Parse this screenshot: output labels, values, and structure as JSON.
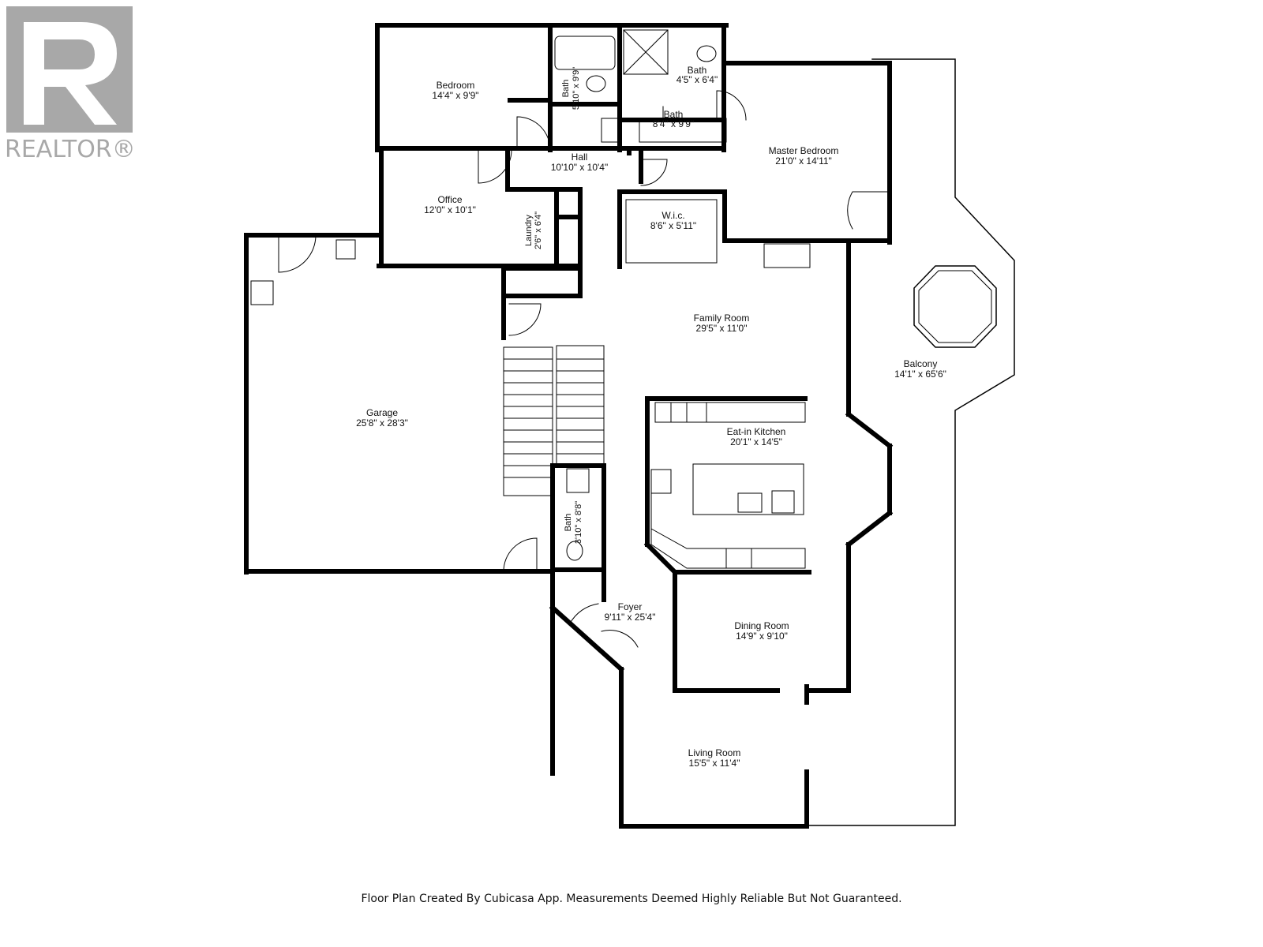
{
  "brand": {
    "logo_text": "REALTOR®",
    "logo_color": "#a8a8a8"
  },
  "rooms": [
    {
      "id": "bedroom",
      "name": "Bedroom",
      "dims": "14'4\" x 9'9\""
    },
    {
      "id": "bath-1",
      "name": "Bath",
      "dims": "5'10\" x 9'9\""
    },
    {
      "id": "bath-2",
      "name": "Bath",
      "dims": "4'5\" x 6'4\""
    },
    {
      "id": "bath-3",
      "name": "Bath",
      "dims": "8'4\" x 9'9\""
    },
    {
      "id": "hall",
      "name": "Hall",
      "dims": "10'10\" x 10'4\""
    },
    {
      "id": "master-bedroom",
      "name": "Master Bedroom",
      "dims": "21'0\" x 14'11\""
    },
    {
      "id": "office",
      "name": "Office",
      "dims": "12'0\" x 10'1\""
    },
    {
      "id": "laundry",
      "name": "Laundry",
      "dims": "2'6\" x 6'4\""
    },
    {
      "id": "wic",
      "name": "W.i.c.",
      "dims": "8'6\" x 5'11\""
    },
    {
      "id": "family-room",
      "name": "Family Room",
      "dims": "29'5\" x 11'0\""
    },
    {
      "id": "balcony",
      "name": "Balcony",
      "dims": "14'1\" x 65'6\""
    },
    {
      "id": "garage",
      "name": "Garage",
      "dims": "25'8\" x 28'3\""
    },
    {
      "id": "eat-in-kitchen",
      "name": "Eat-in Kitchen",
      "dims": "20'1\" x 14'5\""
    },
    {
      "id": "bath-4",
      "name": "Bath",
      "dims": "3'10\" x 8'8\""
    },
    {
      "id": "foyer",
      "name": "Foyer",
      "dims": "9'11\" x 25'4\""
    },
    {
      "id": "dining-room",
      "name": "Dining Room",
      "dims": "14'9\" x 9'10\""
    },
    {
      "id": "living-room",
      "name": "Living Room",
      "dims": "15'5\" x 11'4\""
    }
  ],
  "footer": {
    "note": "Floor Plan Created By Cubicasa App. Measurements Deemed Highly Reliable But Not Guaranteed."
  }
}
